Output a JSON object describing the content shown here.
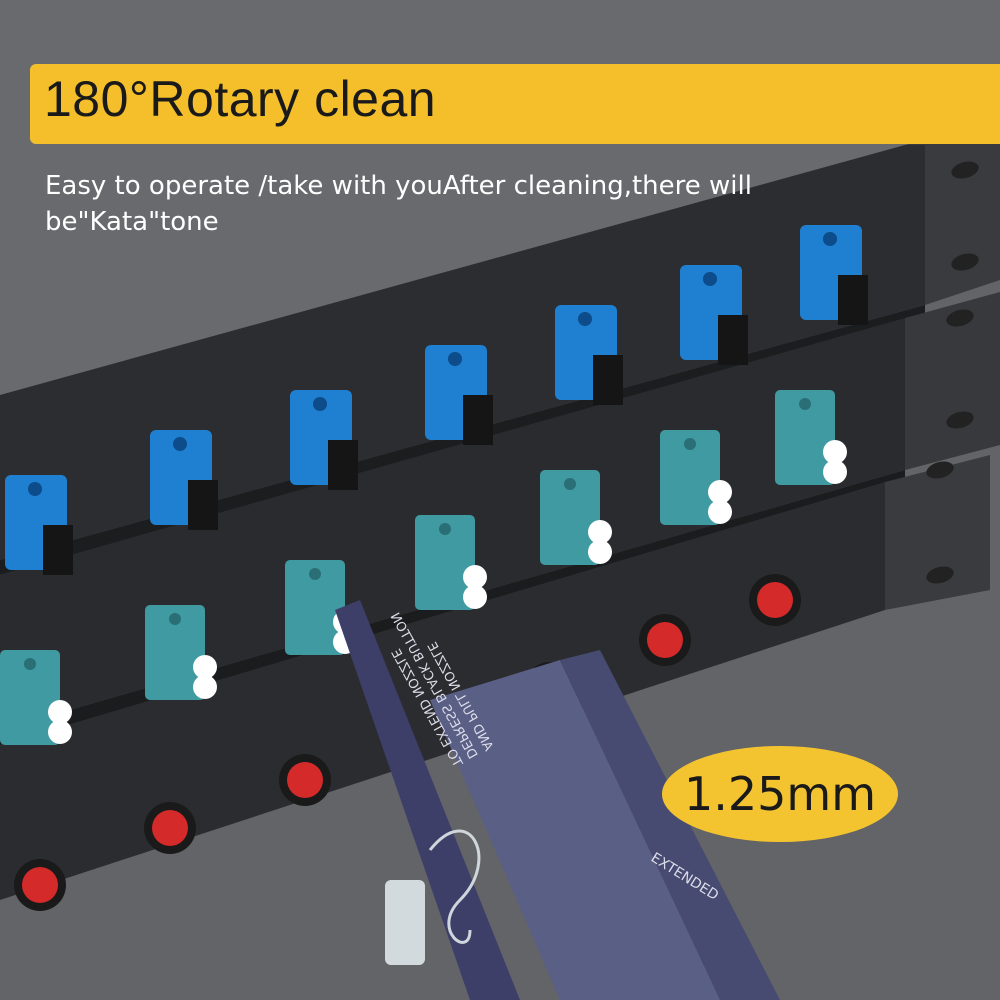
{
  "banner": {
    "title": "180°Rotary clean",
    "color": "#f4bf2a"
  },
  "subtitle": {
    "text": "Easy to operate /take with youAfter cleaning,there will be\"Kata\"tone"
  },
  "badge": {
    "text": "1.25mm",
    "color": "#f4c430"
  },
  "tool_lettering": [
    "DEPRESS BLACK BUTTON",
    "TO EXTEND NOZZLE",
    "AND PULL NOZZLE",
    "EXTENDED"
  ],
  "colors": {
    "panel": "#2a2b2e",
    "sc_adapter": "#1f7fd0",
    "lc_adapter": "#3f9aa2",
    "fc_cap": "#d42a2a",
    "tool": "#5a5f86"
  }
}
